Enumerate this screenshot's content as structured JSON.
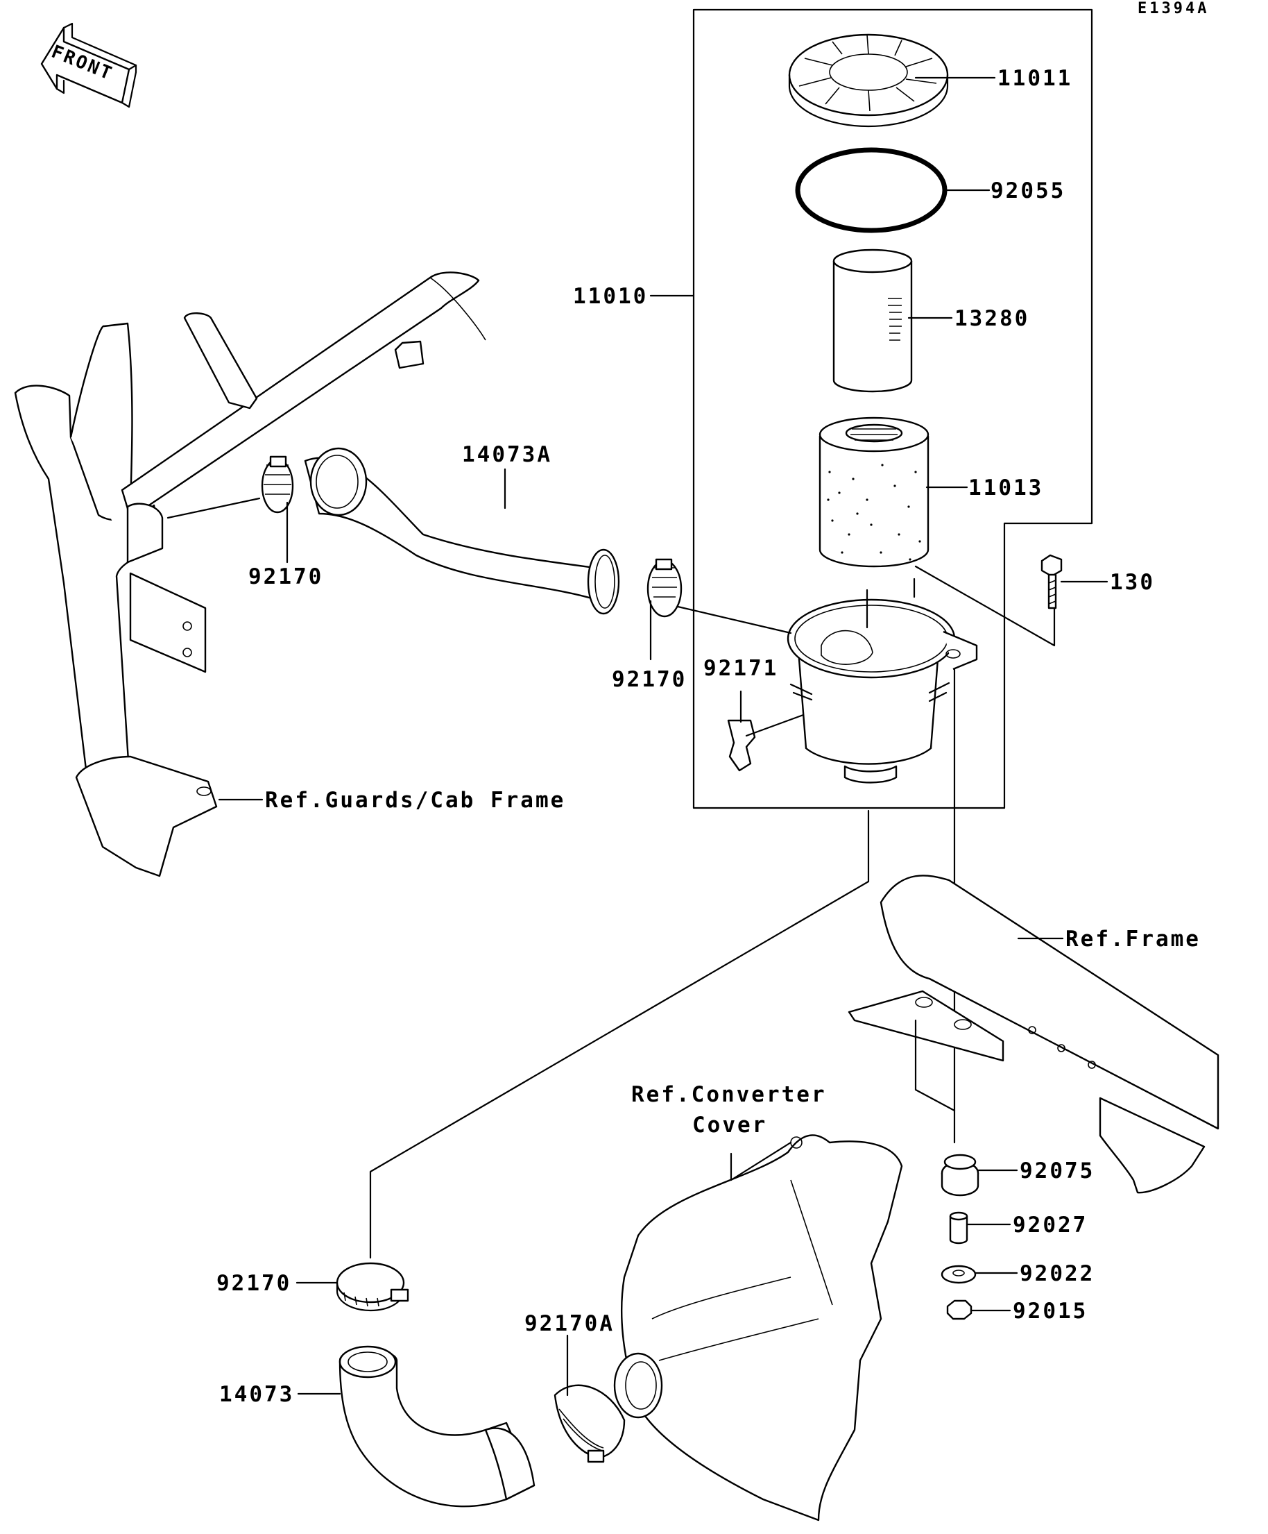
{
  "diagram_code": "E1394A",
  "front_arrow_label": "FRONT",
  "parts": [
    {
      "id": "p11011",
      "label": "11011"
    },
    {
      "id": "p92055",
      "label": "92055"
    },
    {
      "id": "p11010",
      "label": "11010"
    },
    {
      "id": "p13280",
      "label": "13280"
    },
    {
      "id": "p14073A",
      "label": "14073A"
    },
    {
      "id": "p11013",
      "label": "11013"
    },
    {
      "id": "p130",
      "label": "130"
    },
    {
      "id": "p92170a",
      "label": "92170"
    },
    {
      "id": "p92170b",
      "label": "92170"
    },
    {
      "id": "p92171",
      "label": "92171"
    },
    {
      "id": "p92170c",
      "label": "92170"
    },
    {
      "id": "p92170A",
      "label": "92170A"
    },
    {
      "id": "p14073",
      "label": "14073"
    },
    {
      "id": "p92075",
      "label": "92075"
    },
    {
      "id": "p92027",
      "label": "92027"
    },
    {
      "id": "p92022",
      "label": "92022"
    },
    {
      "id": "p92015",
      "label": "92015"
    }
  ],
  "references": {
    "guards_cab_frame": "Ref.Guards/Cab Frame",
    "frame": "Ref.Frame",
    "converter_cover_line1": "Ref.Converter",
    "converter_cover_line2": "Cover"
  }
}
